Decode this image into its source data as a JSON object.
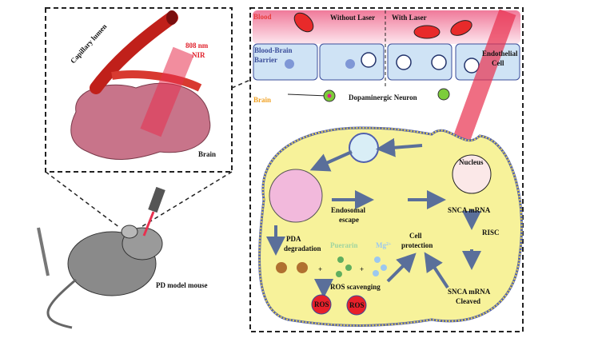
{
  "left_panel": {
    "capillary_label": "Capillary lumen",
    "laser_label_1": "808 nm",
    "laser_label_2": "NIR",
    "brain_label": "Brain"
  },
  "mouse": {
    "label": "PD model mouse"
  },
  "right_panel": {
    "blood_label": "Blood",
    "without_laser": "Without Laser",
    "with_laser": "With Laser",
    "bbb_label_1": "Blood-Brain",
    "bbb_label_2": "Barrier",
    "endothelial_1": "Endothelial",
    "endothelial_2": "Cell",
    "brain_label": "Brain",
    "neuron_label": "Dopaminergic Neuron"
  },
  "cell": {
    "nucleus": "Nucleus",
    "endosomal_1": "Endosomal",
    "endosomal_2": "escape",
    "snca_mrna": "SNCA mRNA",
    "risc": "RISC",
    "pda_1": "PDA",
    "pda_2": "degradation",
    "puerarin": "Puerarin",
    "mg": "Mg",
    "mg_sup": "2+",
    "cell_protection_1": "Cell",
    "cell_protection_2": "protection",
    "ros_scavenging": "ROS scavenging",
    "ros": "ROS",
    "cleaved_1": "SNCA mRNA",
    "cleaved_2": "Cleaved"
  },
  "colors": {
    "blood": "#e83a3a",
    "brain_label": "#f0a020",
    "bbb": "#3b4d9a",
    "puerarin": "#9fd49f",
    "mg": "#9cc8ef",
    "cytoplasm": "#f7f29a",
    "laser": "#e8304f"
  }
}
